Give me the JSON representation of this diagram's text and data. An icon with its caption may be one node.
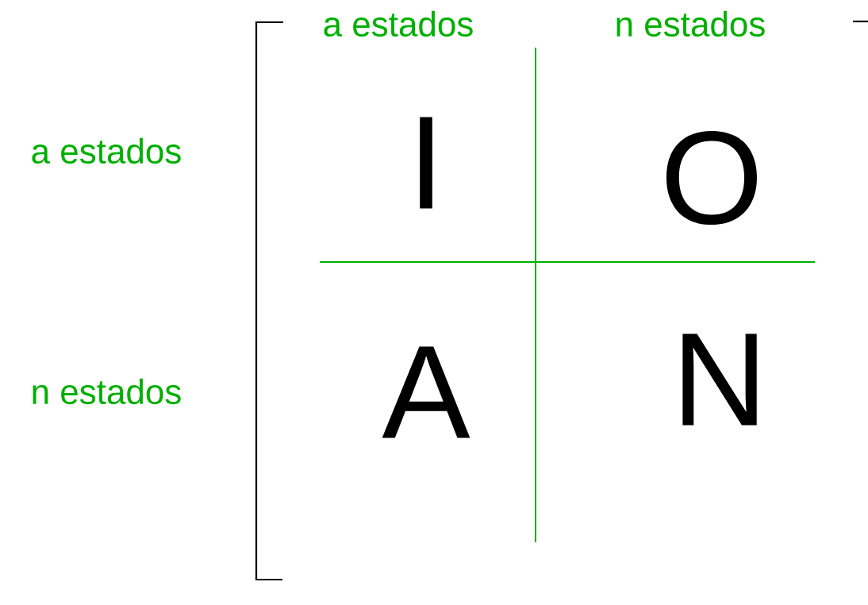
{
  "diagram": {
    "labels": [
      "a estados",
      "n estados",
      "a estados",
      "I",
      "O",
      "n estados",
      "A",
      "N"
    ]
  }
}
